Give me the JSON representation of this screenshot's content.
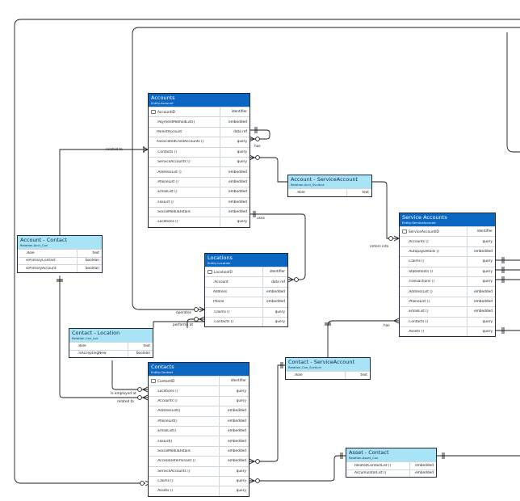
{
  "entities": {
    "accounts": {
      "title": "Accounts",
      "subtitle": "Entity-Account",
      "pk": {
        "name": "AccountID",
        "type": "identifier"
      },
      "rows": [
        {
          "name": ".PaymentMethodList()",
          "type": "embedded"
        },
        {
          "name": "ParentAccount",
          "type": "data ref"
        },
        {
          "name": "AssociatedChildAccounts ()",
          "type": "query"
        },
        {
          "name": ".Contacts ()",
          "type": "query"
        },
        {
          "name": ".ServiceAccounts ()",
          "type": "query"
        },
        {
          "name": ".AddressList ()",
          "type": "embedded"
        },
        {
          "name": ".PhoneList ()",
          "type": "embedded"
        },
        {
          "name": ".EmailList ()",
          "type": "embedded"
        },
        {
          "name": ".FaxList ()",
          "type": "embedded"
        },
        {
          "name": ".SocialMediaDetails",
          "type": "embedded"
        },
        {
          "name": ".Locations ()",
          "type": "query"
        }
      ]
    },
    "account_service_account": {
      "title": "Account - ServiceAccount",
      "subtitle": "Relation-Acct_SvcAcct",
      "rows": [
        {
          "name": ".Role",
          "type": "text"
        }
      ]
    },
    "service_accounts": {
      "title": "Service Accounts",
      "subtitle": "Entity-ServiceAccount",
      "pk": {
        "name": "ServiceAccountID",
        "type": "identifier"
      },
      "rows": [
        {
          "name": ".Accounts ()",
          "type": "query"
        },
        {
          "name": ".AutopayDetails ()",
          "type": "embedded"
        },
        {
          "name": ".Claims ()",
          "type": "query"
        },
        {
          "name": ".Statements ()",
          "type": "query"
        },
        {
          "name": ".Transactions ()",
          "type": "query"
        },
        {
          "name": ".AddressList ()",
          "type": "embedded"
        },
        {
          "name": ".PhoneList ()",
          "type": "embedded"
        },
        {
          "name": ".EmailList ()",
          "type": "embedded"
        },
        {
          "name": ".Contacts ()",
          "type": "query"
        },
        {
          "name": ".Assets ()",
          "type": "query"
        }
      ]
    },
    "account_contact": {
      "title": "Account - Contact",
      "subtitle": "Relation-Acct_Con",
      "rows": [
        {
          "name": ".Role",
          "type": "text"
        },
        {
          "name": "isPrimaryContact",
          "type": "boolean"
        },
        {
          "name": "isPrimaryAccount",
          "type": "boolean"
        }
      ]
    },
    "locations": {
      "title": "Locations",
      "subtitle": "Entity-Location",
      "pk": {
        "name": "LocationID",
        "type": "identifier"
      },
      "rows": [
        {
          "name": ".Account",
          "type": "data ref"
        },
        {
          "name": "Address",
          "type": "embedded"
        },
        {
          "name": "Phone",
          "type": "embedded"
        },
        {
          "name": ".Claims ()",
          "type": "query"
        },
        {
          "name": ".Contacts ()",
          "type": "query"
        }
      ]
    },
    "contact_location": {
      "title": "Contact - Location",
      "subtitle": "Relation-Con_Loc",
      "rows": [
        {
          "name": ".Role",
          "type": "text"
        },
        {
          "name": ".isAcceptingNew",
          "type": "boolean"
        }
      ]
    },
    "contact_service_account": {
      "title": "Contact - ServiceAccount",
      "subtitle": "Relation-Con_SvcAcct",
      "rows": [
        {
          "name": ".Role",
          "type": "text"
        }
      ]
    },
    "contacts": {
      "title": "Contacts",
      "subtitle": "Entity-Contact",
      "pk": {
        "name": "ContactID",
        "type": "identifier"
      },
      "rows": [
        {
          "name": ".Locations ()",
          "type": "query"
        },
        {
          "name": ".Accounts ()",
          "type": "query"
        },
        {
          "name": ".AddressList()",
          "type": "embedded"
        },
        {
          "name": ".PhoneList()",
          "type": "embedded"
        },
        {
          "name": ".EmailList()",
          "type": "embedded"
        },
        {
          "name": ".FaxList()",
          "type": "embedded"
        },
        {
          "name": ".SocialMediaDetails",
          "type": "embedded"
        },
        {
          "name": ".AccessDeterminant ()",
          "type": "embedded"
        },
        {
          "name": ".ServiceAccounts ()",
          "type": "query"
        },
        {
          "name": ".Claims ()",
          "type": "query"
        },
        {
          "name": ".Assets ()",
          "type": "query"
        }
      ]
    },
    "asset_contact": {
      "title": "Asset - Contact",
      "subtitle": "Relation-Asset_Con",
      "rows": [
        {
          "name": "RelatedContactList ()",
          "type": "embedded"
        },
        {
          "name": "AccumulatorList ()",
          "type": "embedded"
        }
      ]
    }
  },
  "edge_labels": {
    "related_to_1": "related to",
    "has_1": "has",
    "uses": "uses",
    "enters_into": "enters into",
    "operates": "operates",
    "performs_at": "performs at",
    "has_2": "has",
    "is_employed_at": "is employed at",
    "related_to_2": "related to"
  },
  "colors": {
    "entity_header": "#0b66c2",
    "relation_header": "#a9e4f6",
    "line": "#1a1a1a"
  }
}
